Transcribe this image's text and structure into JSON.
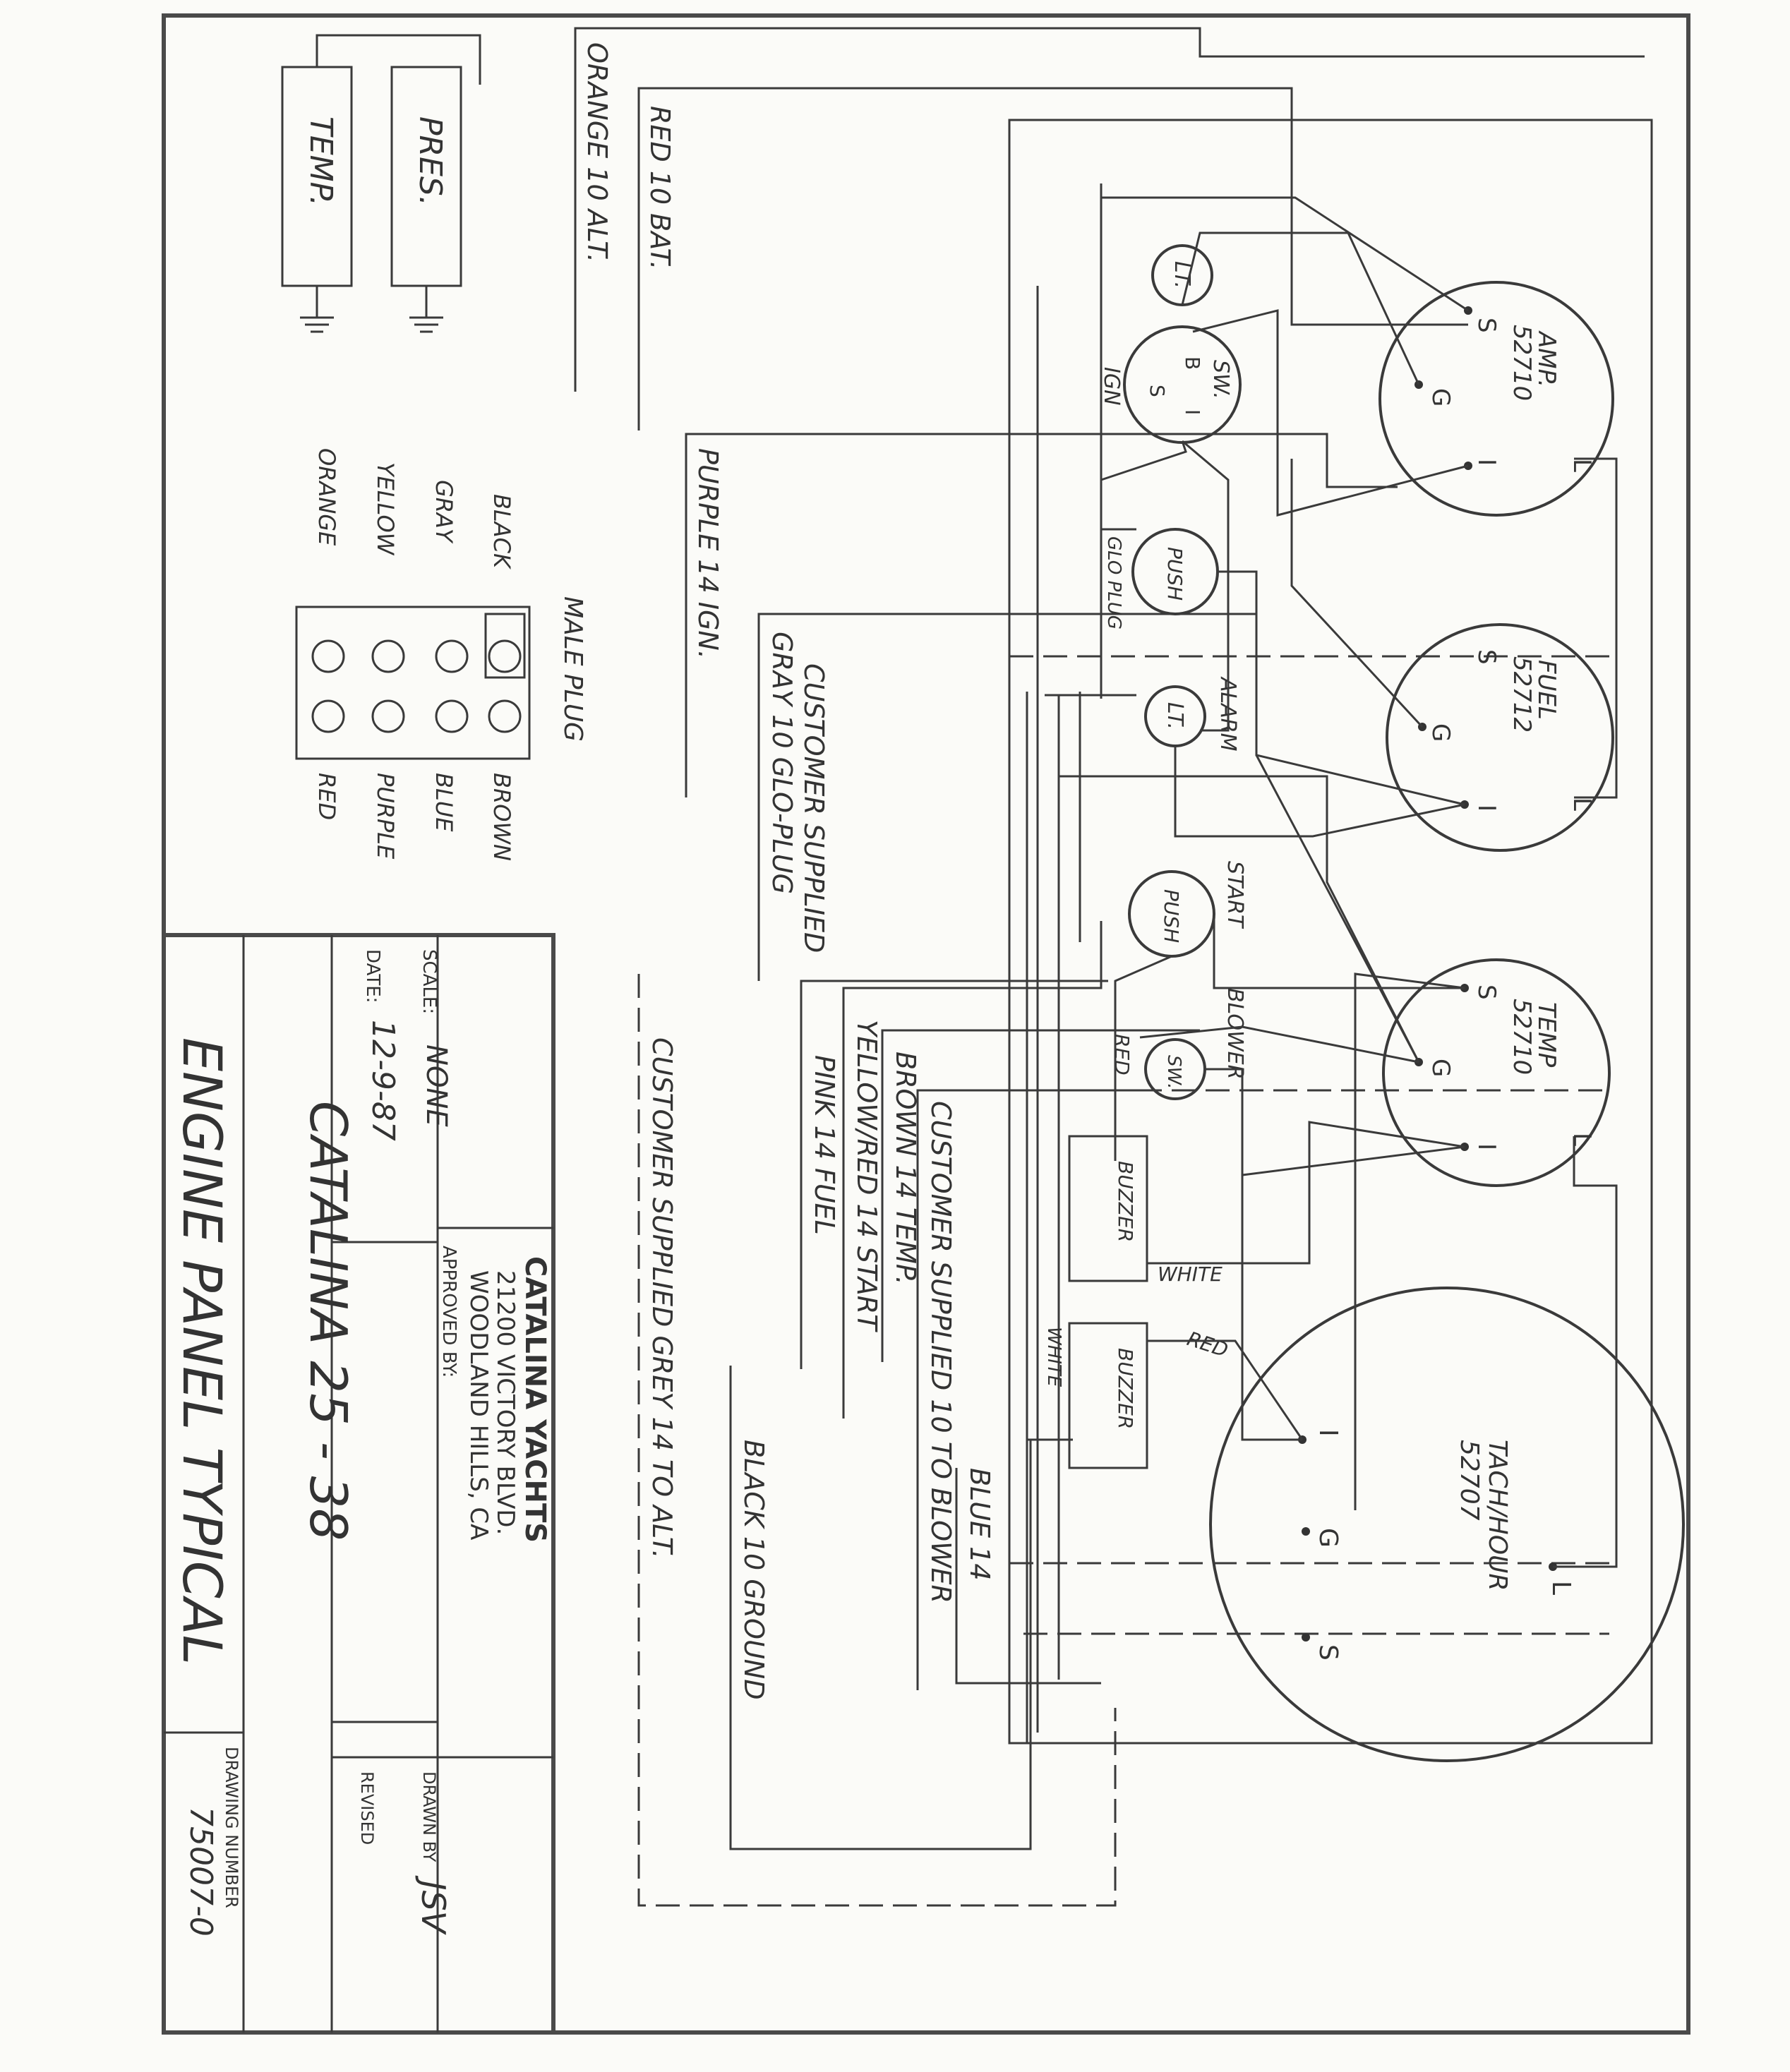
{
  "senders": {
    "temp": "TEMP.",
    "pres": "PRES."
  },
  "wire_notes": {
    "red_bat": "RED 10 BAT.",
    "orange_alt": "ORANGE 10 ALT.",
    "purple_ign": "PURPLE 14 IGN.",
    "cust_supplied_1": "CUSTOMER SUPPLIED",
    "gray_glo": "GRAY 10 GLO-PLUG",
    "pink_fuel": "PINK 14 FUEL",
    "yellow_red_start": "YELLOW/RED 14 START",
    "brown_temp": "BROWN 14 TEMP.",
    "cust_blower": "CUSTOMER SUPPLIED 10 TO BLOWER",
    "cust_grey_alt": "CUSTOMER SUPPLIED GREY 14 TO ALT.",
    "black_ground": "BLACK 10 GROUND",
    "blue_14": "BLUE 14"
  },
  "plug": {
    "title": "MALE PLUG",
    "left": [
      "BLACK",
      "GRAY",
      "YELLOW",
      "ORANGE"
    ],
    "right": [
      "BROWN",
      "BLUE",
      "PURPLE",
      "RED"
    ]
  },
  "gauges": {
    "amp": {
      "name": "AMP.",
      "part": "52710"
    },
    "fuel": {
      "name": "FUEL",
      "part": "52712"
    },
    "temp": {
      "name": "TEMP",
      "part": "52710"
    },
    "tach": {
      "name": "TACH/HOUR",
      "part": "52707"
    },
    "term_s": "S",
    "term_g": "G",
    "term_i": "I",
    "term_l": "L"
  },
  "components": {
    "lt1": "LT.",
    "sw1": "SW.",
    "sw1_b": "B",
    "sw1_i": "I",
    "sw1_s": "S",
    "ign": "IGN",
    "push1": "PUSH",
    "glo_plug": "GLO PLUG",
    "alarm": "ALARM",
    "lt2": "LT.",
    "start": "START",
    "push2": "PUSH",
    "blower": "BLOWER",
    "sw2": "SW.",
    "buzzer1": "BUZZER",
    "buzzer2": "BUZZER",
    "red1": "RED",
    "red2": "RED",
    "white1": "WHITE",
    "white2": "WHITE"
  },
  "title_block": {
    "company": "CATALINA YACHTS",
    "address1": "21200 VICTORY BLVD.",
    "address2": "WOODLAND HILLS, CA",
    "approved_by": "APPROVED BY:",
    "model": "CATALINA 25 - 38",
    "scale_label": "SCALE:",
    "scale": "NONE",
    "date_label": "DATE:",
    "date": "12-9-87",
    "drawn_by_label": "DRAWN BY",
    "drawn_by": "JSV",
    "revised_label": "REVISED",
    "title": "ENGINE PANEL TYPICAL",
    "drawing_number_label": "DRAWING NUMBER",
    "drawing_number": "75007-0"
  }
}
